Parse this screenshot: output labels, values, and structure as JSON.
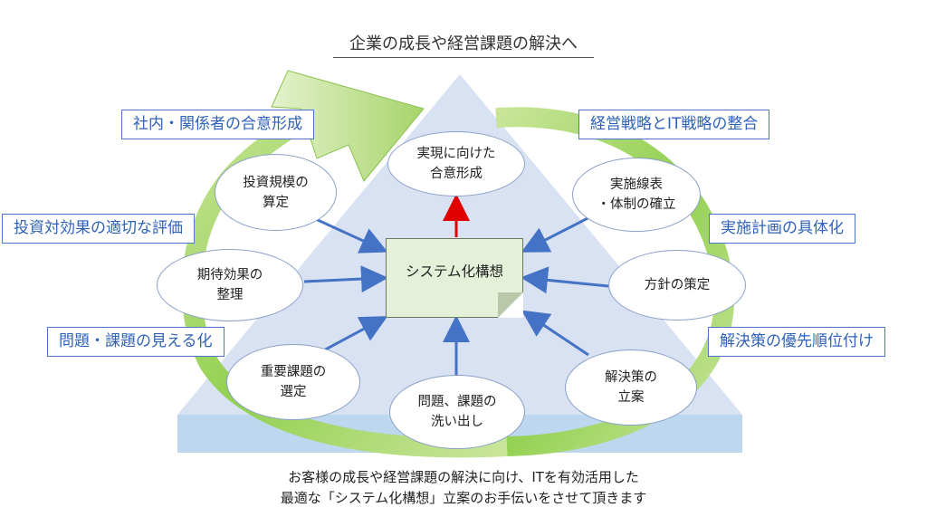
{
  "title": "企業の成長や経営課題の解決へ",
  "center": "システム化構想",
  "tags": {
    "consensus": "社内・関係者の合意形成",
    "strategy": "経営戦略とIT戦略の整合",
    "cost_effect": "投資対効果の適切な評価",
    "plan": "実施計画の具体化",
    "visualize": "問題・課題の見える化",
    "priority": "解決策の優先順位付け"
  },
  "nodes": {
    "realize": "実現に向けた\n合意形成",
    "schedule": "実施線表\n・体制の確立",
    "investment": "投資規模の\n算定",
    "effect": "期待効果の\n整理",
    "policy": "方針の策定",
    "important": "重要課題の\n選定",
    "solution": "解決策の\n立案",
    "issues": "問題、課題の\n洗い出し"
  },
  "footer": {
    "line1": "お客様の成長や経営課題の解決に向け、ITを有効活用した",
    "line2": "最適な「システム化構想」立案のお手伝いをさせて頂きます"
  },
  "colors": {
    "triangle": "#d9e2f3",
    "base": "#bdd7ee",
    "ring": "#92d050",
    "ring_light": "#d7ecb8",
    "arrow_blue": "#4472c4",
    "arrow_red": "#e00000",
    "tag_text": "#2f62b8"
  }
}
